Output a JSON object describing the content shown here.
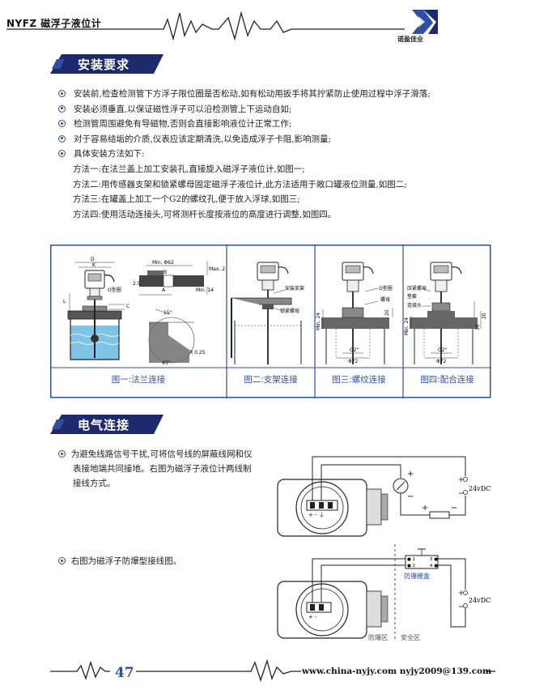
{
  "header": {
    "title": "NYFZ 磁浮子液位计",
    "brand": "诺盈佳业"
  },
  "install": {
    "section_title": "安装要求",
    "bullets": [
      "安装前,检查检测管下方浮子限位圈是否松动,如有松动用扳手将其拧紧防止使用过程中浮子滑落;",
      "安装必须垂直,以保证磁性浮子可以沿检测管上下运动自如;",
      "检测管周围避免有导磁物,否则会直接影响液位计正常工作;",
      "对于容易结垢的介质,仪表应该定期清洗,以免造成浮子卡阻,影响测量;",
      "具体安装方法如下:"
    ],
    "methods": [
      "方法一:在法兰盖上加工安装孔,直接旋入磁浮子液位计,如图一;",
      "方法二:用传感器支架和锁紧螺母固定磁浮子液位计,此方法适用于敞口罐液位测量,如图二;",
      "方法三:在罐盖上加工一个G2的螺纹孔,便于放入浮球,如图三;",
      "方法四:使用活动连接头,可将测杆长度按液位的高度进行调整,如图四。"
    ]
  },
  "figures": {
    "captions": [
      "图一:法兰连接",
      "图二:支架连接",
      "图三:螺纹连接",
      "图四:配合连接"
    ],
    "fig1": {
      "labels": [
        "D",
        "K",
        "O型圈",
        "Min. Φ62",
        "B",
        "2.5",
        "Max. 2",
        "Min. 14",
        "15°",
        "R 0.25",
        "45°",
        "L",
        "C",
        "A"
      ]
    },
    "fig2": {
      "labels": [
        "安装支架",
        "锁紧螺母"
      ]
    },
    "fig3": {
      "labels": [
        "O型圈",
        "螺母",
        "Min. 24",
        "20",
        "G2\"",
        "Φ72"
      ]
    },
    "fig4": {
      "labels": [
        "压紧螺母",
        "垫套",
        "连接头",
        "Min. 24",
        "20",
        "36",
        "G2\"",
        "Φ72"
      ]
    }
  },
  "electrical": {
    "section_title": "电气连接",
    "para1": [
      "为避免线路信号干扰,可将信号线的屏蔽线网和仪",
      "表接地端共同接地。右图为磁浮子液位计两线制",
      "接线方式。"
    ],
    "para2": "右图为磁浮子防爆型接线图。",
    "diagram1": {
      "voltage": "24vDC",
      "terminal_labels": "+ - ⏚"
    },
    "diagram2": {
      "voltage": "24vDC",
      "barrier_label": "防爆栅盒",
      "terminal_left": "1\n2",
      "terminal_right": "3\n4",
      "zone_left": "防爆区",
      "zone_right": "安全区",
      "terminal_labels": "+ -"
    }
  },
  "footer": {
    "page_number": "47",
    "contact": "www.china-nyjy.com   nyjy2009@139.com"
  },
  "colors": {
    "brand_blue": "#2f4fa3",
    "banner_dark": "#1e2a6e",
    "water": "#7fc4e6"
  }
}
